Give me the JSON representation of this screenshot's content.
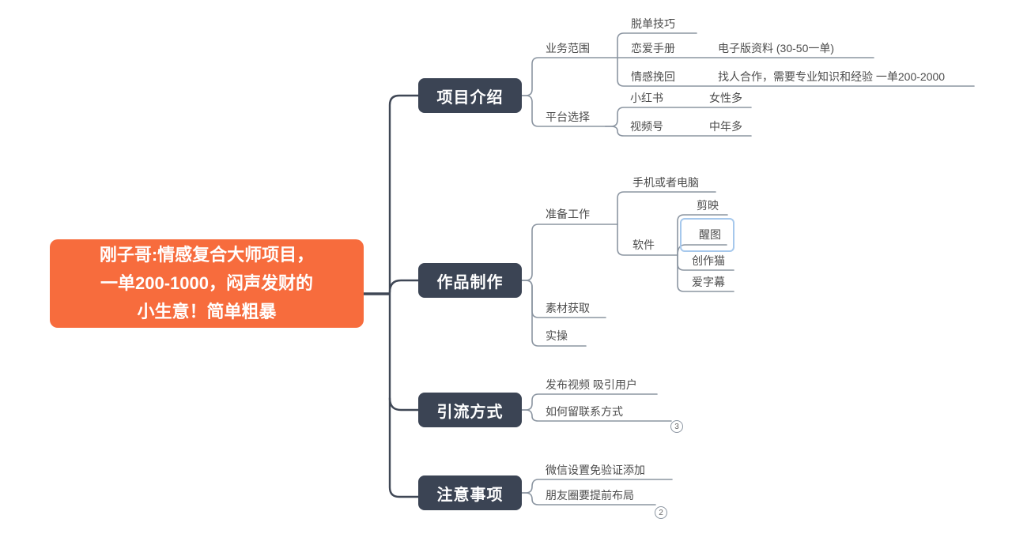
{
  "mindmap": {
    "root": {
      "label": "刚子哥:情感复合大师项目，\n一单200-1000，闷声发财的\n小生意！简单粗暴"
    },
    "branches": [
      {
        "label": "项目介绍",
        "children": [
          {
            "label": "业务范围",
            "children": [
              {
                "label": "脱单技巧"
              },
              {
                "label": "恋爱手册",
                "children": [
                  {
                    "label": "电子版资料 (30-50一单)"
                  }
                ]
              },
              {
                "label": "情感挽回",
                "children": [
                  {
                    "label": "找人合作，需要专业知识和经验 一单200-2000"
                  }
                ]
              }
            ]
          },
          {
            "label": "平台选择",
            "children": [
              {
                "label": "小红书",
                "children": [
                  {
                    "label": "女性多"
                  }
                ]
              },
              {
                "label": "视频号",
                "children": [
                  {
                    "label": "中年多"
                  }
                ]
              }
            ]
          }
        ]
      },
      {
        "label": "作品制作",
        "children": [
          {
            "label": "准备工作",
            "children": [
              {
                "label": "手机或者电脑"
              },
              {
                "label": "软件",
                "children": [
                  {
                    "label": "剪映"
                  },
                  {
                    "label": "醒图",
                    "selected": true
                  },
                  {
                    "label": "创作猫"
                  },
                  {
                    "label": "爱字幕"
                  }
                ]
              }
            ]
          },
          {
            "label": "素材获取"
          },
          {
            "label": "实操"
          }
        ]
      },
      {
        "label": "引流方式",
        "children": [
          {
            "label": "发布视频 吸引用户"
          },
          {
            "label": "如何留联系方式",
            "badge": "3"
          }
        ]
      },
      {
        "label": "注意事项",
        "children": [
          {
            "label": "微信设置免验证添加"
          },
          {
            "label": "朋友圈要提前布局",
            "badge": "2"
          }
        ]
      }
    ],
    "colors": {
      "root_fill": "#F76C3D",
      "root_text": "#FFFFFF",
      "branch_fill": "#3B4454",
      "branch_text": "#FFFFFF",
      "connector_dark": "#3F4755",
      "connector_gray": "#8B95A1",
      "node_text": "#4C4C4C",
      "selection_border": "#A6C8EC"
    }
  }
}
